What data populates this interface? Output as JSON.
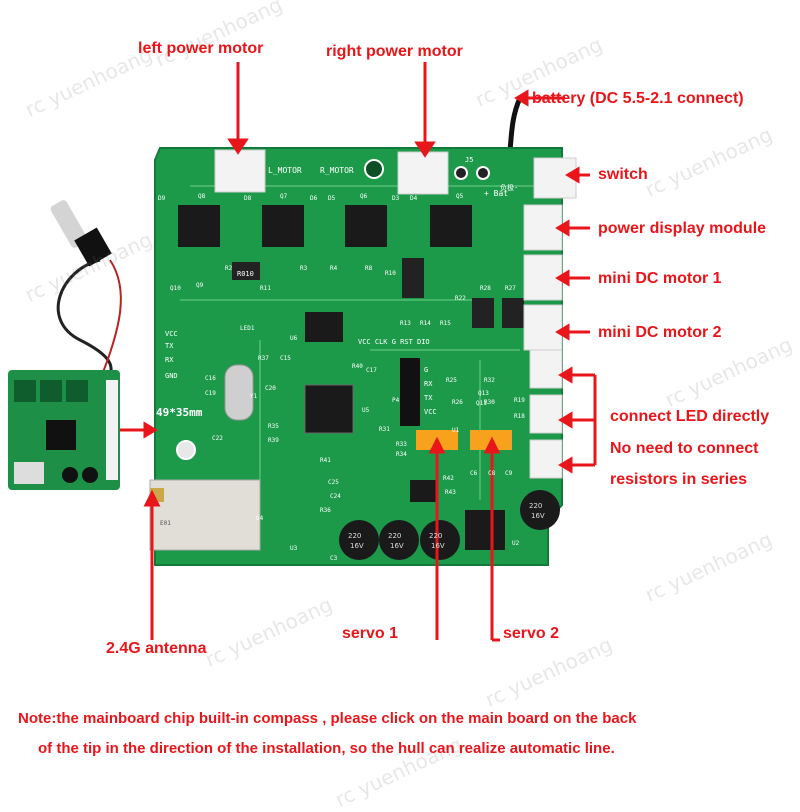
{
  "labels": {
    "left_power_motor": "left power motor",
    "right_power_motor": "right power motor",
    "battery": "battery (DC 5.5-2.1 connect)",
    "switch": "switch",
    "power_display_module": "power display module",
    "mini_dc_motor_1": "mini DC motor 1",
    "mini_dc_motor_2": "mini DC motor 2",
    "led_line1": "connect LED directly",
    "led_line2": "No need to connect",
    "led_line3": "resistors in series",
    "antenna": "2.4G antenna",
    "servo1": "servo 1",
    "servo2": "servo 2"
  },
  "note": {
    "line1": "Note:the mainboard chip built-in compass , please click on the main board on the back",
    "line2": "of the tip in the direction of the installation, so the hull can realize automatic line."
  },
  "board": {
    "size_label": "49*35mm",
    "l_motor": "L_MOTOR",
    "r_motor": "R_MOTOR",
    "header_pins": "VCC CLK G RST DIO",
    "bat_plus": "+ Bat",
    "bat_minus": "负极-",
    "j5": "J5",
    "side_pins": [
      "VCC",
      "TX",
      "RX",
      "GND"
    ],
    "right_pins": [
      "G",
      "RX",
      "TX",
      "VCC"
    ],
    "cap_text": [
      "220",
      "16V"
    ],
    "ceramic": "E01",
    "resistor_code": "R010",
    "ref_designators": [
      "D9",
      "Q8",
      "D8",
      "Q7",
      "D6",
      "D5",
      "Q6",
      "D3",
      "D4",
      "Q5",
      "Q10",
      "Q9",
      "R2",
      "R3",
      "R4",
      "R8",
      "R10",
      "R11",
      "R13",
      "R14",
      "R15",
      "R22",
      "R28",
      "R27",
      "LED1",
      "R37",
      "C15",
      "C16",
      "C19",
      "C20",
      "U6",
      "U5",
      "Y1",
      "C22",
      "R35",
      "R39",
      "R41",
      "C17",
      "R40",
      "R25",
      "R26",
      "R33",
      "R34",
      "R31",
      "Q11",
      "Q13",
      "R36",
      "C25",
      "C24",
      "R42",
      "R43",
      "C6",
      "C8",
      "C9",
      "C3",
      "U3",
      "U2",
      "U1",
      "U4",
      "R19",
      "R18",
      "R32",
      "R30",
      "P4"
    ]
  },
  "watermark": "rc yuenhoang",
  "colors": {
    "label_red": "#e8161a",
    "pcb_green": "#1c9a4a",
    "capacitor_black": "#1a1a1a"
  }
}
